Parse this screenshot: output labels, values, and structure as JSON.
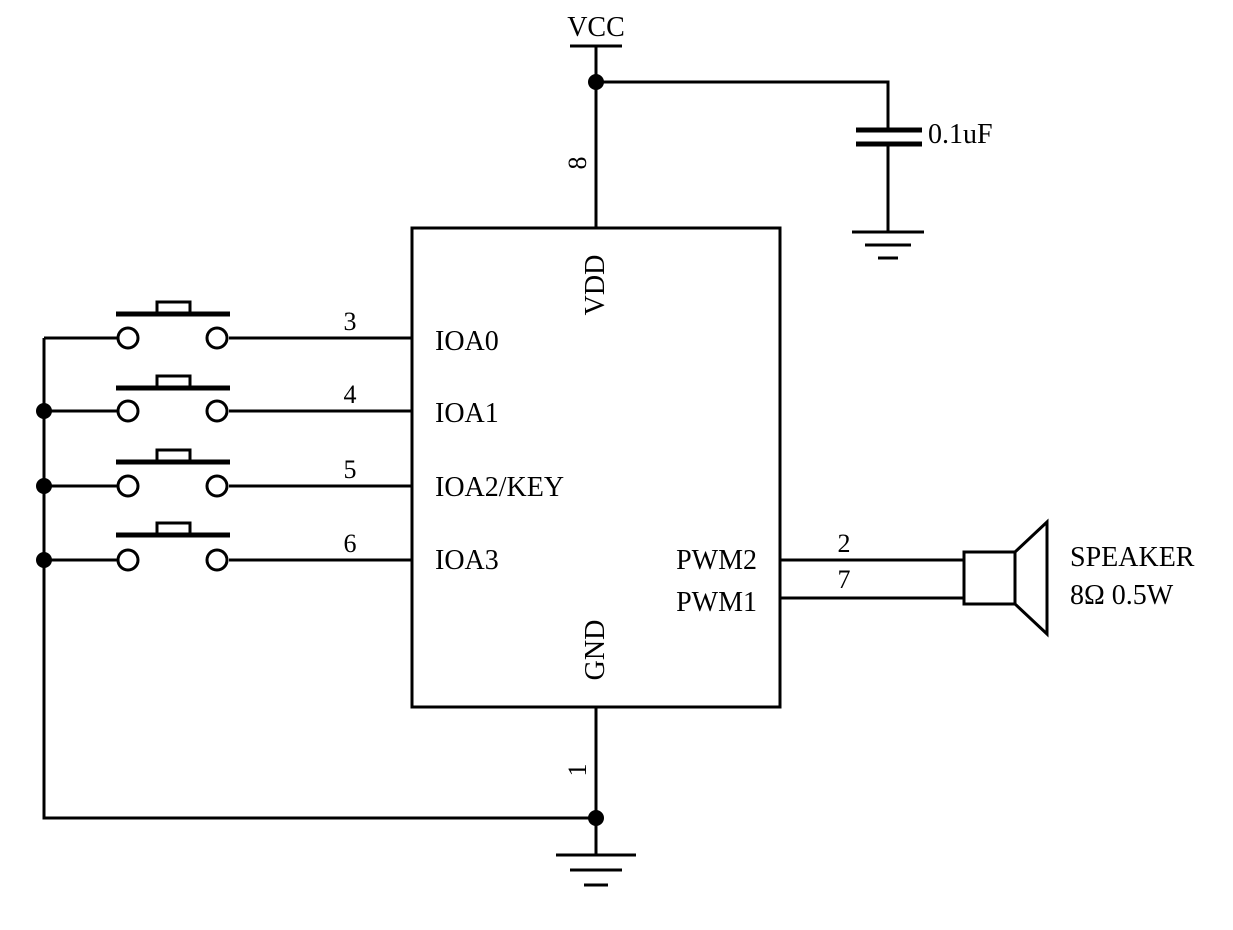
{
  "power": {
    "vcc_label": "VCC"
  },
  "capacitor": {
    "value": "0.1uF"
  },
  "ic": {
    "pins": {
      "vdd": {
        "number": "8",
        "name": "VDD"
      },
      "gnd": {
        "number": "1",
        "name": "GND"
      },
      "ioa0": {
        "number": "3",
        "name": "IOA0"
      },
      "ioa1": {
        "number": "4",
        "name": "IOA1"
      },
      "ioa2": {
        "number": "5",
        "name": "IOA2/KEY"
      },
      "ioa3": {
        "number": "6",
        "name": "IOA3"
      },
      "pwm2": {
        "number": "2",
        "name": "PWM2"
      },
      "pwm1": {
        "number": "7",
        "name": "PWM1"
      }
    }
  },
  "speaker": {
    "name": "SPEAKER",
    "rating": "8Ω 0.5W"
  }
}
